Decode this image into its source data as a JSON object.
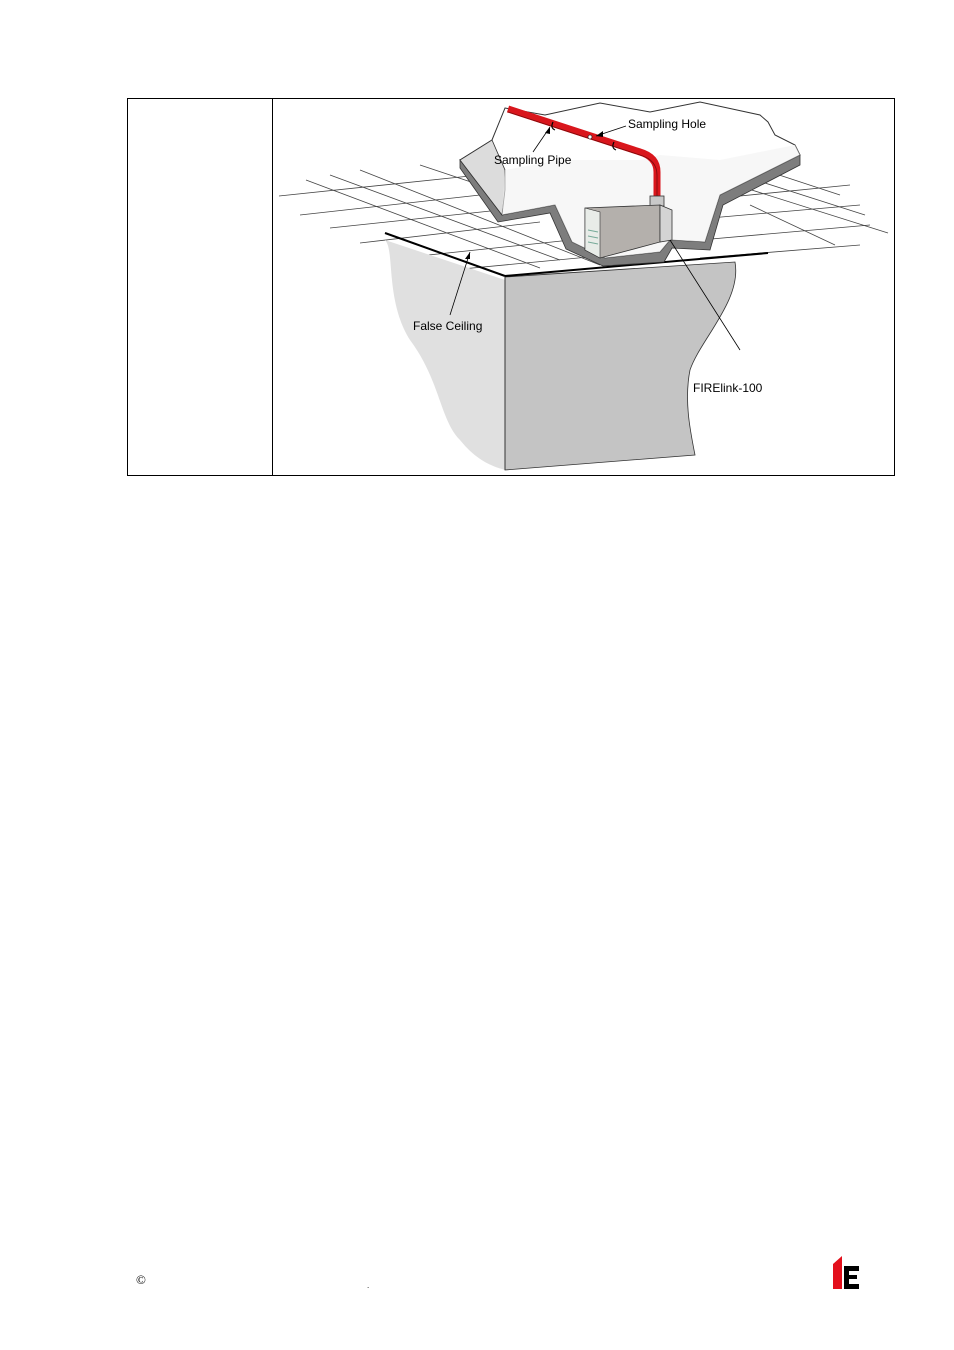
{
  "figure": {
    "labels": {
      "sampling_hole": "Sampling Hole",
      "sampling_pipe": "Sampling Pipe",
      "false_ceiling": "False Ceiling",
      "device": "FIRElink-100"
    },
    "colors": {
      "pipe": "#d9161c",
      "wall": "#c4c4c4",
      "shadow_wall": "#e0e0e0",
      "device_body": "#b4b0ac"
    }
  },
  "footer": {
    "copyright": "©",
    "dot": "."
  },
  "logo": {
    "icon": "company-logo-icon",
    "color": "#e3101c"
  }
}
